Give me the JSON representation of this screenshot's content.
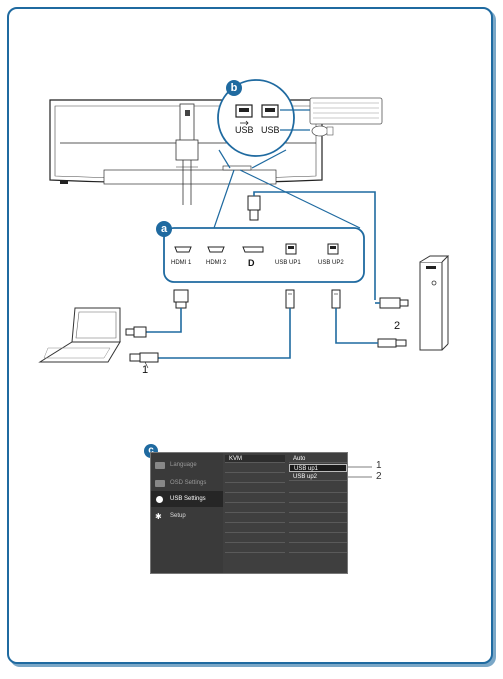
{
  "markers": {
    "a": "a",
    "b": "b",
    "c": "c"
  },
  "usb_hub": {
    "port1": "USB",
    "port2": "USB"
  },
  "ports": [
    {
      "label": "HDMI 1"
    },
    {
      "label": "HDMI 2"
    },
    {
      "label": "D"
    },
    {
      "label": "USB UP1"
    },
    {
      "label": "USB UP2"
    }
  ],
  "callouts": {
    "laptop_num": "1",
    "pc_num": "2",
    "osd_num1": "1",
    "osd_num2": "2"
  },
  "osd": {
    "menu": [
      {
        "label": "Language"
      },
      {
        "label": "OSD Settings"
      },
      {
        "label": "USB Settings"
      },
      {
        "label": "Setup"
      }
    ],
    "submenu_title": "KVM",
    "options": [
      "Auto",
      "USB up1",
      "USB up2"
    ]
  },
  "colors": {
    "frame": "#1f6aa0",
    "callout_circle": "#1f6aa0",
    "cable": "#1f6aa0"
  }
}
